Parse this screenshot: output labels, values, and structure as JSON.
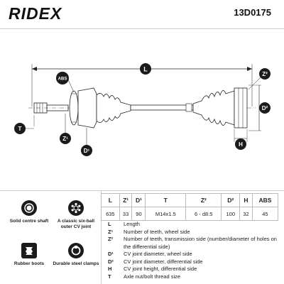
{
  "brand": "RIDEX",
  "part_number": "13D0175",
  "drawing_labels": {
    "L": "L",
    "ABS": "ABS",
    "Z2": "Z²",
    "D2": "D²",
    "T": "T",
    "Z1": "Z¹",
    "D1": "D¹",
    "H": "H"
  },
  "table": {
    "headers": [
      "L",
      "Z¹",
      "D¹",
      "T",
      "Z²",
      "D²",
      "H",
      "ABS"
    ],
    "values": [
      "635",
      "33",
      "90",
      "M14x1.5",
      "6 - d8.5",
      "100",
      "32",
      "45"
    ]
  },
  "legend": [
    {
      "key": "L",
      "text": "Length"
    },
    {
      "key": "Z¹",
      "text": "Number of teeth, wheel side"
    },
    {
      "key": "Z²",
      "text": "Number of teeth, transmission side (number/diameter of holes on the differential side)"
    },
    {
      "key": "D¹",
      "text": "CV joint diameter, wheel side"
    },
    {
      "key": "D²",
      "text": "CV joint diameter, differential side"
    },
    {
      "key": "H",
      "text": "CV joint height, differential side"
    },
    {
      "key": "T",
      "text": "Axle nut/bolt thread size"
    }
  ],
  "features": [
    {
      "label": "Solid centre shaft",
      "icon": "solid-shaft-icon"
    },
    {
      "label": "A classic six-ball outer CV joint",
      "icon": "six-ball-joint-icon"
    },
    {
      "label": "Rubber boots",
      "icon": "rubber-boot-icon"
    },
    {
      "label": "Durable steel clamps",
      "icon": "steel-clamp-icon"
    }
  ],
  "colors": {
    "badge": "#1b1b1b",
    "line": "#222222"
  }
}
